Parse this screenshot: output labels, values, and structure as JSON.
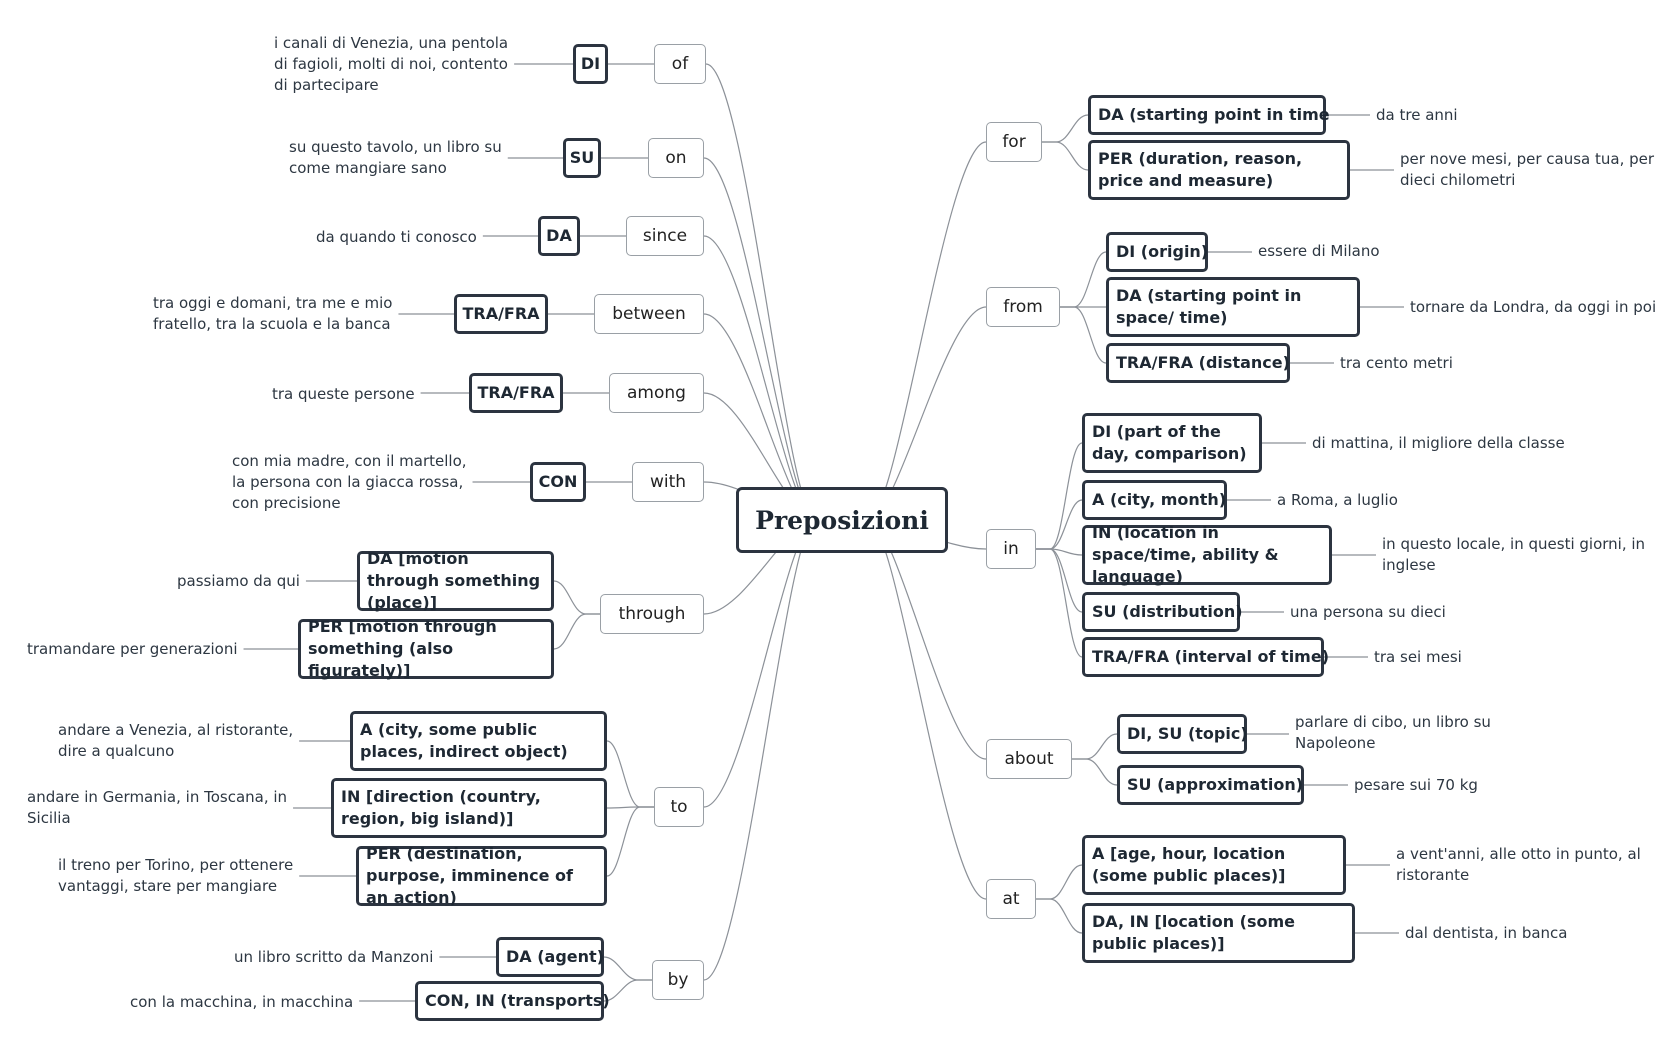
{
  "root": "Preposizioni",
  "left": [
    {
      "id": "of",
      "label": "of",
      "preps": [
        {
          "label": "DI",
          "example": "i canali di Venezia, una pentola di fagioli, molti di noi, contento di partecipare"
        }
      ]
    },
    {
      "id": "on",
      "label": "on",
      "preps": [
        {
          "label": "SU",
          "example": "su questo tavolo, un libro su come mangiare sano"
        }
      ]
    },
    {
      "id": "since",
      "label": "since",
      "preps": [
        {
          "label": "DA",
          "example": "da quando ti conosco"
        }
      ]
    },
    {
      "id": "between",
      "label": "between",
      "preps": [
        {
          "label": "TRA/FRA",
          "example": "tra oggi e domani, tra me e mio fratello, tra la scuola e la banca"
        }
      ]
    },
    {
      "id": "among",
      "label": "among",
      "preps": [
        {
          "label": "TRA/FRA",
          "example": "tra queste persone"
        }
      ]
    },
    {
      "id": "with",
      "label": "with",
      "preps": [
        {
          "label": "CON",
          "example": "con mia madre, con il martello, la persona con la giacca rossa, con precisione"
        }
      ]
    },
    {
      "id": "through",
      "label": "through",
      "preps": [
        {
          "label": "DA [motion through something (place)]",
          "example": "passiamo da qui"
        },
        {
          "label": "PER [motion through something (also figurately)]",
          "example": "tramandare per generazioni"
        }
      ]
    },
    {
      "id": "to",
      "label": "to",
      "preps": [
        {
          "label": "A (city, some public places, indirect object)",
          "example": "andare a Venezia, al ristorante, dire a qualcuno"
        },
        {
          "label": "IN [direction (country, region, big island)]",
          "example": "andare in Germania, in Toscana, in Sicilia"
        },
        {
          "label": "PER (destination, purpose, imminence of an action)",
          "example": "il treno per Torino, per ottenere vantaggi, stare per mangiare"
        }
      ]
    },
    {
      "id": "by",
      "label": "by",
      "preps": [
        {
          "label": "DA (agent)",
          "example": "un libro scritto da Manzoni"
        },
        {
          "label": "CON, IN (transports)",
          "example": "con la macchina, in macchina"
        }
      ]
    }
  ],
  "right": [
    {
      "id": "for",
      "label": "for",
      "preps": [
        {
          "label": "DA (starting point in time",
          "example": "da tre anni"
        },
        {
          "label": "PER (duration, reason, price and measure)",
          "example": "per nove mesi, per causa tua, per dieci chilometri"
        }
      ]
    },
    {
      "id": "from",
      "label": "from",
      "preps": [
        {
          "label": "DI (origin)",
          "example": "essere di Milano"
        },
        {
          "label": "DA (starting point in space/ time)",
          "example": "tornare da Londra, da oggi in poi"
        },
        {
          "label": "TRA/FRA (distance)",
          "example": "tra cento metri"
        }
      ]
    },
    {
      "id": "in",
      "label": "in",
      "preps": [
        {
          "label": "DI (part of the day, comparison)",
          "example": "di mattina, il migliore della classe"
        },
        {
          "label": "A (city, month)",
          "example": "a Roma, a luglio"
        },
        {
          "label": "IN (location in space/time, ability & language)",
          "example": "in questo locale, in questi giorni, in inglese"
        },
        {
          "label": "SU (distribution)",
          "example": "una persona su dieci"
        },
        {
          "label": "TRA/FRA (interval of time)",
          "example": "tra sei mesi"
        }
      ]
    },
    {
      "id": "about",
      "label": "about",
      "preps": [
        {
          "label": "DI, SU (topic)",
          "example": "parlare di cibo, un libro su Napoleone"
        },
        {
          "label": "SU (approximation)",
          "example": "pesare sui 70 kg"
        }
      ]
    },
    {
      "id": "at",
      "label": "at",
      "preps": [
        {
          "label": "A [age, hour, location (some public places)]",
          "example": "a vent'anni, alle otto in punto, al ristorante"
        },
        {
          "label": "DA, IN [location (some public places)]",
          "example": "dal dentista, in banca"
        }
      ]
    }
  ]
}
